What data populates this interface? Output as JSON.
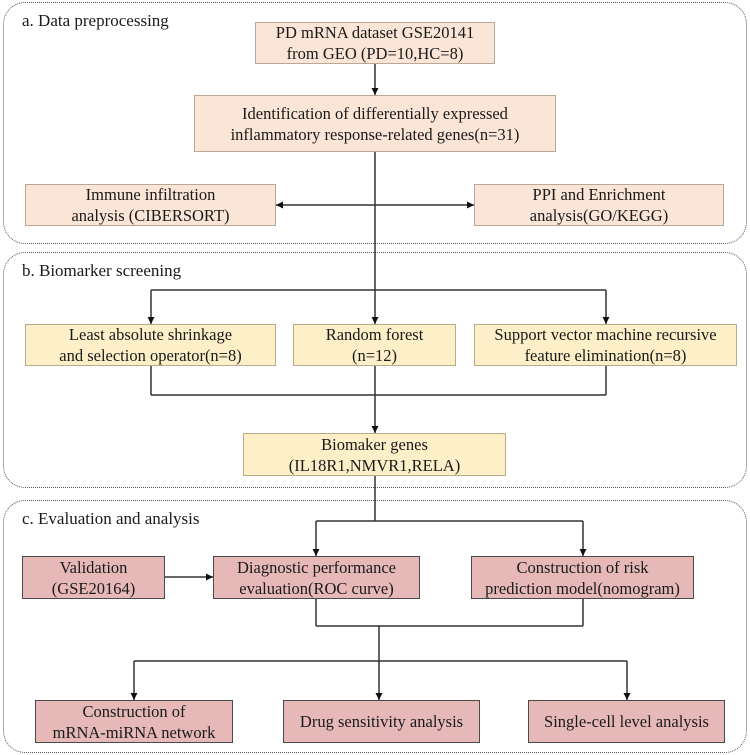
{
  "sections": {
    "a": {
      "title": "a. Data preprocessing"
    },
    "b": {
      "title": "b. Biomarker screening"
    },
    "c": {
      "title": "c. Evaluation and analysis"
    }
  },
  "nodes": {
    "dataset": "PD mRNA dataset GSE20141\nfrom GEO (PD=10,HC=8)",
    "deg": "Identification of differentially expressed\ninflammatory response-related genes(n=31)",
    "immune": "Immune infiltration\nanalysis (CIBERSORT)",
    "ppi": "PPI and Enrichment\nanalysis(GO/KEGG)",
    "lasso": "Least absolute shrinkage\nand selection operator(n=8)",
    "rf": "Random forest\n(n=12)",
    "svm": "Support vector machine recursive\nfeature elimination(n=8)",
    "biomarker": "Biomaker genes\n(IL18R1,NMVR1,RELA)",
    "validation": "Validation\n(GSE20164)",
    "diagnostic": "Diagnostic performance\nevaluation(ROC curve)",
    "risk": "Construction of risk\nprediction model(nomogram)",
    "mirna": "Construction of\nmRNA-miRNA network",
    "drug": "Drug sensitivity analysis",
    "singlecell": "Single-cell level analysis"
  },
  "colors": {
    "section_a_fill": "#fbe5d6",
    "section_b_fill": "#fdefc8",
    "section_c_fill": "#e6b9b8",
    "line": "#333333"
  }
}
